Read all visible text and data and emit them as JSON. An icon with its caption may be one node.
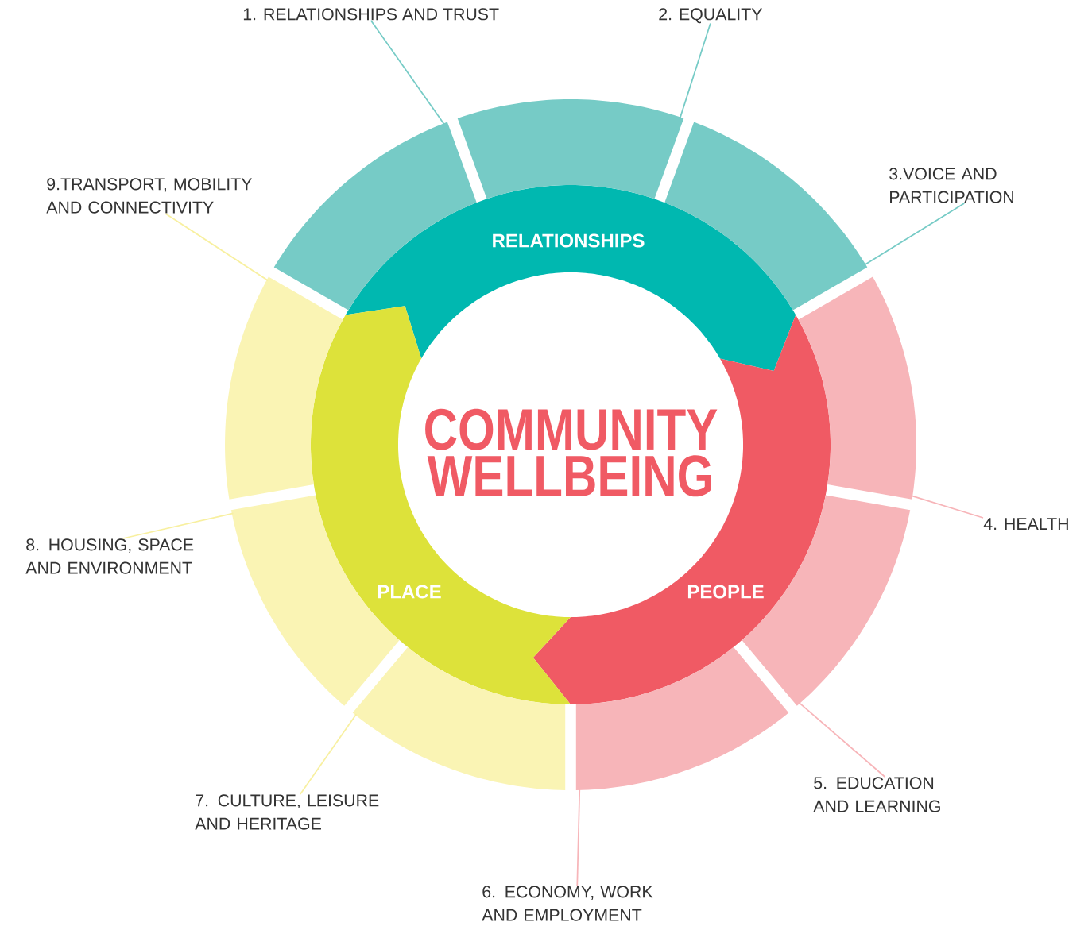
{
  "diagram": {
    "title": "COMMUNITY WELLBEING",
    "nodes": [
      {
        "text": [
          "RELATIONSHIPS"
        ]
      },
      {
        "text": [
          "PEOPLE"
        ]
      },
      {
        "text": [
          "PLACE"
        ]
      },
      {
        "text": [],
        "shape": "arc"
      },
      {
        "text": [],
        "shape": "arc"
      },
      {
        "text": [],
        "shape": "arc"
      },
      {
        "text": [],
        "shape": "arc"
      },
      {
        "text": [],
        "shape": "arc"
      },
      {
        "text": [],
        "shape": "arc"
      },
      {
        "text": [],
        "shape": "arc"
      },
      {
        "text": [],
        "shape": "arc"
      },
      {
        "text": [],
        "shape": "arc"
      },
      {
        "text": [
          "1. RELATIONSHIPS AND TRUST"
        ]
      },
      {
        "text": [
          "2. EQUALITY"
        ]
      },
      {
        "text": [
          "3.VOICE AND PARTICIPATION"
        ]
      },
      {
        "text": [
          "4. HEALTH"
        ]
      },
      {
        "text": [
          "5. EDUCATION AND LEARNING"
        ]
      },
      {
        "text": [
          "6. ECONOMY, WORK AND EMPLOYMENT"
        ]
      },
      {
        "text": [
          "7. CULTURE, LEISURE AND HERITAGE"
        ]
      },
      {
        "text": [
          "8. HOUSING, SPACE AND ENVIRONMENT"
        ]
      },
      {
        "text": [
          "9.TRANSPORT, MOBILITY AND CONNECTIVITY"
        ]
      }
    ],
    "edges": [
      {
        "from": 12,
        "to": 3,
        "arrow": "none",
        "color": "#76cbc6"
      },
      {
        "from": 13,
        "to": 4,
        "arrow": "none",
        "color": "#76cbc6"
      },
      {
        "from": 14,
        "to": 5,
        "arrow": "none",
        "color": "#76cbc6"
      },
      {
        "from": 15,
        "to": 6,
        "arrow": "none",
        "color": "#f7b5b9"
      },
      {
        "from": 16,
        "to": 7,
        "arrow": "none",
        "color": "#f7b5b9"
      },
      {
        "from": 17,
        "to": 8,
        "arrow": "none",
        "color": "#f7b5b9"
      },
      {
        "from": 18,
        "to": 9,
        "arrow": "none",
        "color": "#f8f0a0"
      },
      {
        "from": 19,
        "to": 10,
        "arrow": "none",
        "color": "#f8f0a0"
      },
      {
        "from": 20,
        "to": 11,
        "arrow": "none",
        "color": "#f8f0a0"
      }
    ]
  }
}
